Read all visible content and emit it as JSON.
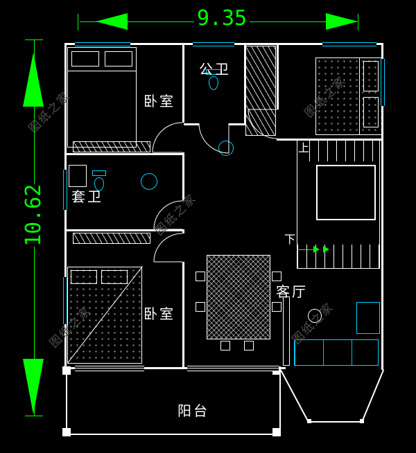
{
  "colors": {
    "background": "#000000",
    "walls": "#ffffff",
    "fixtures": "#00d2ff",
    "dimensions": "#00ff00",
    "watermark": "#4f4f4f"
  },
  "dimensions": {
    "top_width": "9.35",
    "left_height": "10.62"
  },
  "rooms": {
    "bedroom_top": "卧室",
    "public_bathroom": "公卫",
    "ensuite_bathroom": "套卫",
    "bedroom_bottom": "卧室",
    "living_room": "客厅",
    "balcony": "阳台"
  },
  "stairs": {
    "up": "上",
    "down": "下"
  },
  "watermark": {
    "text": "图纸之家"
  }
}
